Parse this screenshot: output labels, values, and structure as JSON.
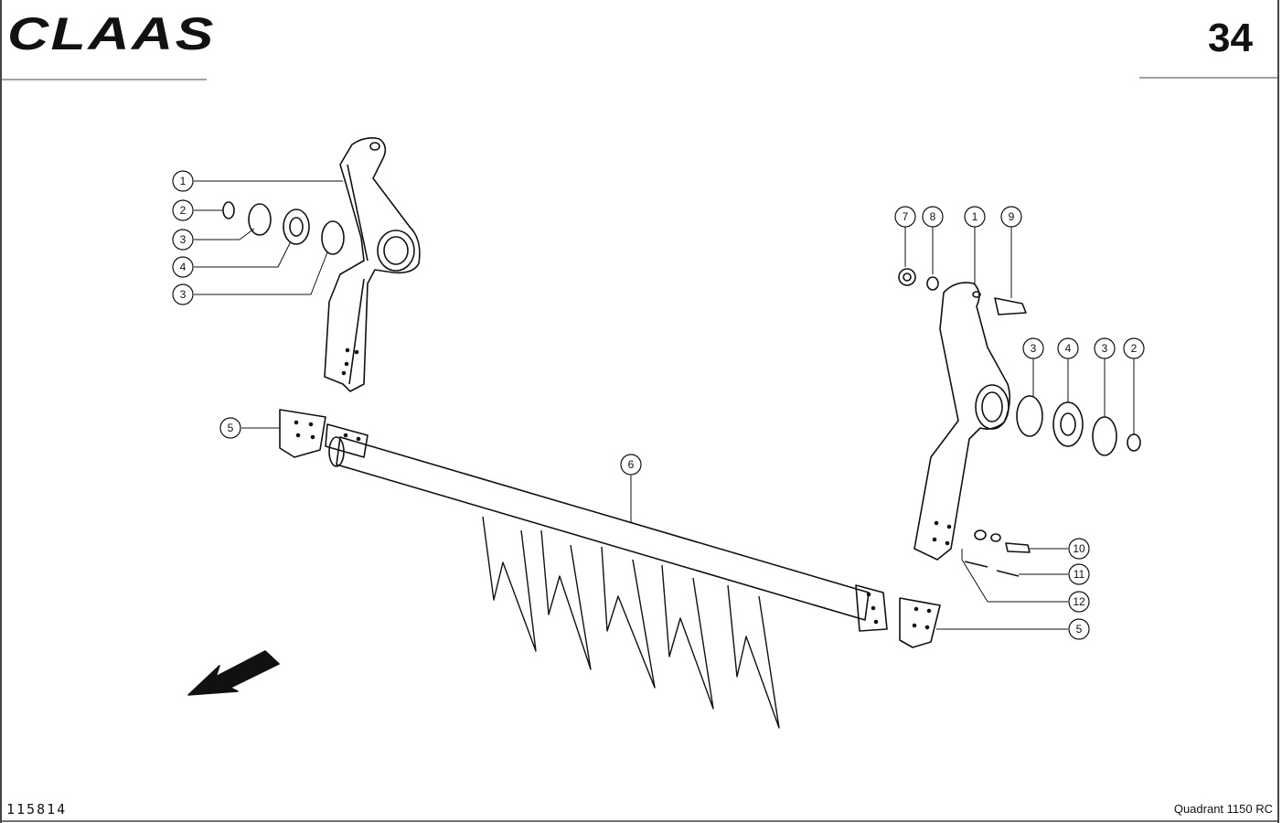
{
  "header": {
    "logo_text": "CLAAS",
    "page_number": "34"
  },
  "footer": {
    "drawing_number": "115814",
    "model": "Quadrant 1150 RC"
  },
  "callouts": [
    "1",
    "2",
    "3",
    "4",
    "3",
    "5",
    "6",
    "7",
    "8",
    "1",
    "9",
    "3",
    "4",
    "3",
    "2",
    "10",
    "11",
    "12",
    "5"
  ]
}
